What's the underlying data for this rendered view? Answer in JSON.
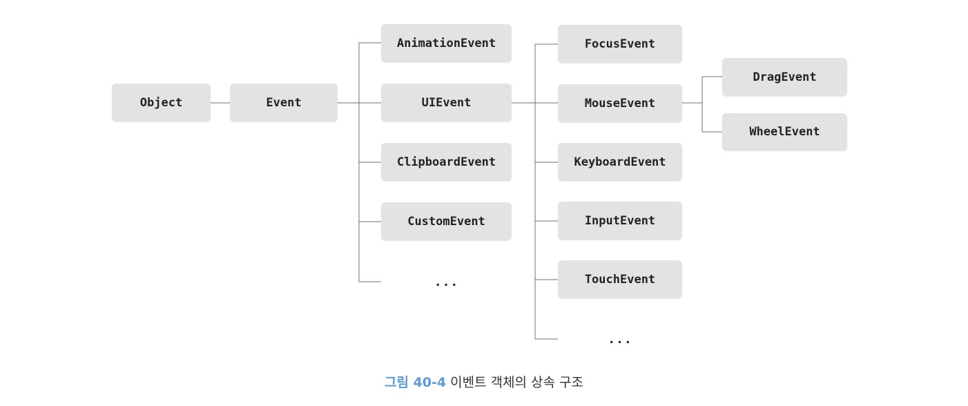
{
  "nodes": {
    "object": "Object",
    "event": "Event",
    "animation_event": "AnimationEvent",
    "ui_event": "UIEvent",
    "clipboard_event": "ClipboardEvent",
    "custom_event": "CustomEvent",
    "event_more": "...",
    "focus_event": "FocusEvent",
    "mouse_event": "MouseEvent",
    "keyboard_event": "KeyboardEvent",
    "input_event": "InputEvent",
    "touch_event": "TouchEvent",
    "ui_event_more": "...",
    "drag_event": "DragEvent",
    "wheel_event": "WheelEvent"
  },
  "caption": {
    "figure_label": "그림 40-4",
    "text": "이벤트 객체의 상속 구조"
  },
  "colors": {
    "node_bg": "#e3e3e3",
    "line": "#6f6f6f",
    "figure_label": "#5b9bd5"
  }
}
